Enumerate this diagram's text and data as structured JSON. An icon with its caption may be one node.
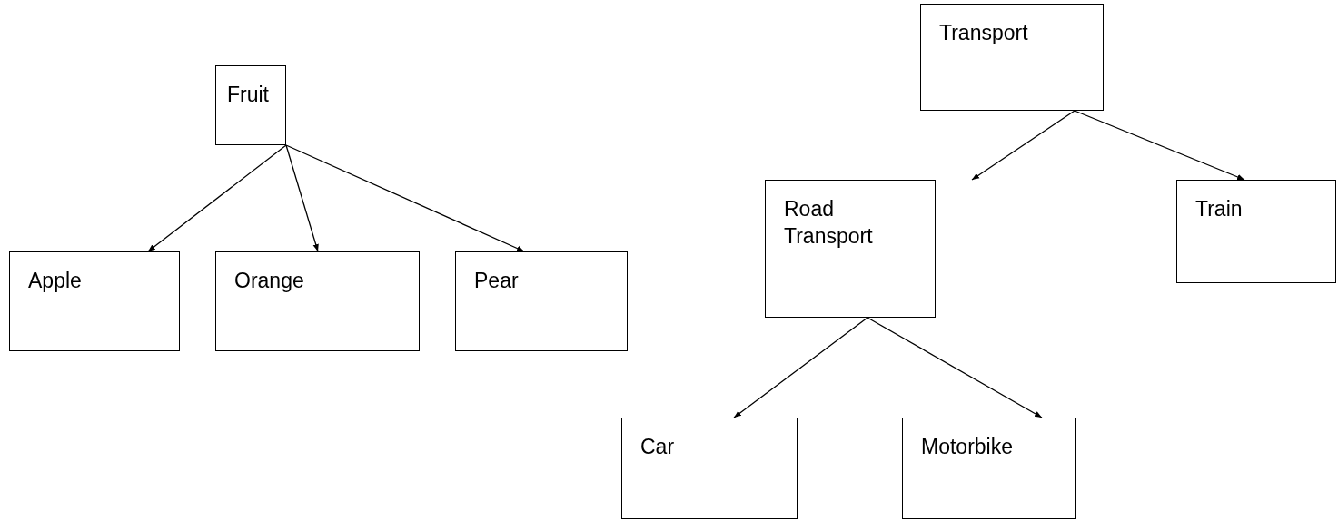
{
  "diagram": {
    "nodes": [
      {
        "text": [
          "Fruit"
        ]
      },
      {
        "text": [
          "Apple"
        ]
      },
      {
        "text": [
          "Orange"
        ]
      },
      {
        "text": [
          "Pear"
        ]
      },
      {
        "text": [
          "Transport"
        ]
      },
      {
        "text": [
          "Road Transport"
        ]
      },
      {
        "text": [
          "Train"
        ]
      },
      {
        "text": [
          "Car"
        ]
      },
      {
        "text": [
          "Motorbike"
        ]
      }
    ],
    "edges": [
      {
        "from": 0,
        "to": 1,
        "arrow": "to"
      },
      {
        "from": 0,
        "to": 2,
        "arrow": "to"
      },
      {
        "from": 0,
        "to": 3,
        "arrow": "to"
      },
      {
        "from": 4,
        "to": 5,
        "arrow": "to"
      },
      {
        "from": 4,
        "to": 6,
        "arrow": "to"
      },
      {
        "from": 5,
        "to": 7,
        "arrow": "to"
      },
      {
        "from": 5,
        "to": 8,
        "arrow": "to"
      }
    ]
  }
}
